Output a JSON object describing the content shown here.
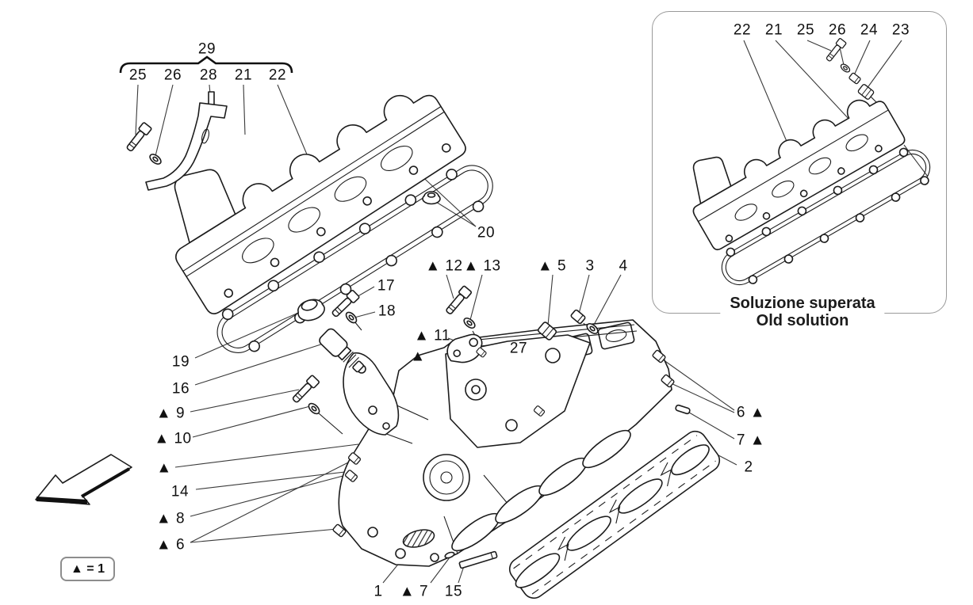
{
  "colors": {
    "background": "#ffffff",
    "line": "#1c1c1c",
    "leader": "#3a3a3a",
    "box_border": "#9a9a9a"
  },
  "legend": {
    "label": "▲ = 1"
  },
  "inset": {
    "caption_line1": "Soluzione superata",
    "caption_line2": "Old solution",
    "labels": [
      "22",
      "21",
      "25",
      "26",
      "24",
      "23"
    ]
  },
  "callouts": {
    "c29": "29",
    "c25": "25",
    "c26": "26",
    "c28": "28",
    "c21": "21",
    "c22": "22",
    "c20": "20",
    "c17": "17",
    "c18": "18",
    "c19": "19",
    "c16": "16",
    "c9": "▲ 9",
    "c10": "▲ 10",
    "ctriL": "▲",
    "c14": "14",
    "c8": "▲ 8",
    "c6l": "▲ 6",
    "c12": "▲ 12",
    "c13": "▲ 13",
    "c5": "▲ 5",
    "c3": "3",
    "c4": "4",
    "c11": "▲ 11",
    "ctriM": "▲",
    "c27": "27",
    "c6r": "6 ▲",
    "c7r": "7 ▲",
    "c2": "2",
    "c1": "1",
    "c7b": "▲ 7",
    "c15": "15"
  }
}
